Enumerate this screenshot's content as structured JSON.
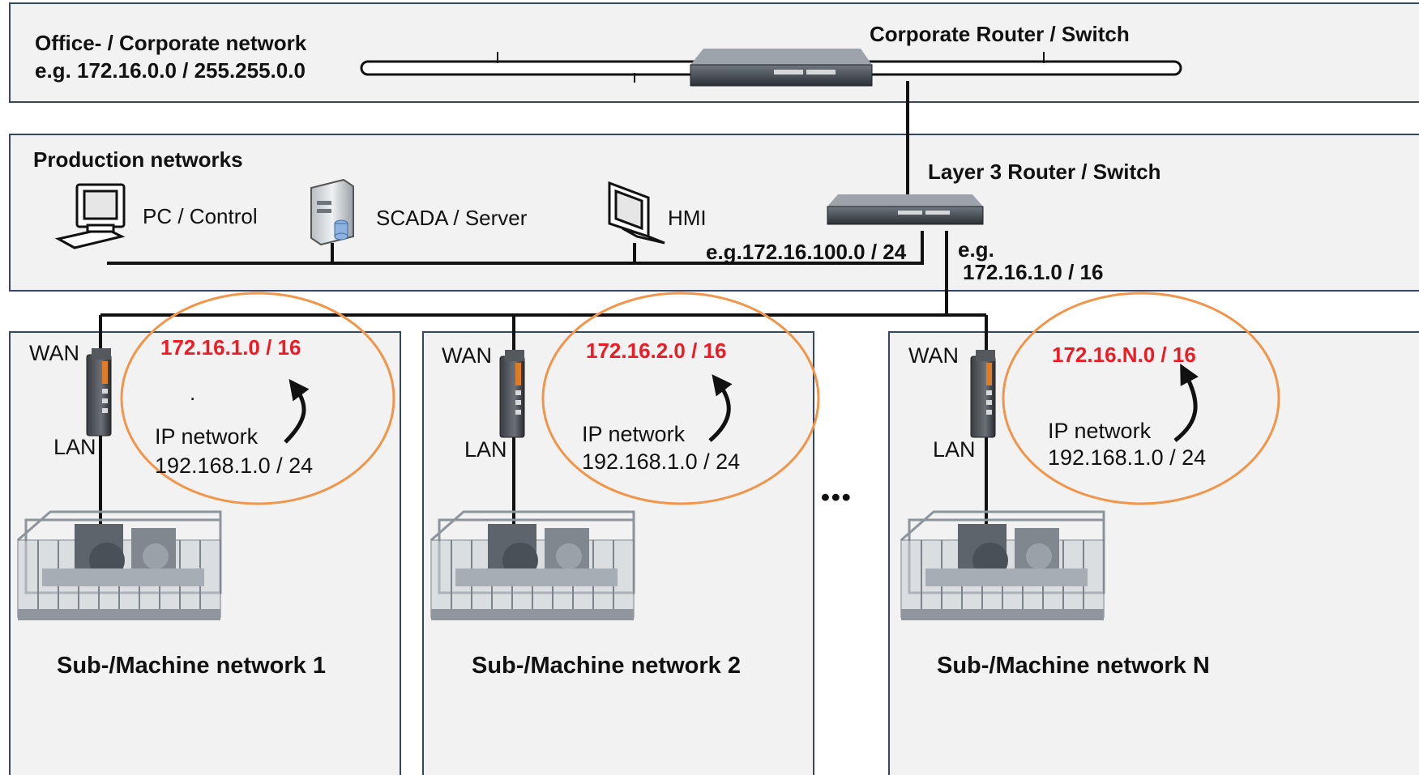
{
  "corporate": {
    "title": "Office- / Corporate network",
    "example": "e.g. 172.16.0.0 / 255.255.0.0",
    "router_label": "Corporate Router / Switch"
  },
  "production": {
    "title": "Production networks",
    "router_label": "Layer 3 Router / Switch",
    "devices": {
      "pc": "PC / Control",
      "scada": "SCADA / Server",
      "hmi": "HMI"
    },
    "lan_prefix": "e.g.",
    "lan_address": "172.16.100.0 / 24",
    "uplink_prefix": "e.g.",
    "uplink_address": "172.16.1.0 / 16"
  },
  "machines": [
    {
      "title": "Sub-/Machine network 1",
      "wan_label": "WAN",
      "lan_label": "LAN",
      "mapped_network": "172.16.1.0 / 16",
      "ip_title": "IP network",
      "ip_address": "192.168.1.0 / 24",
      "dot": "."
    },
    {
      "title": "Sub-/Machine network 2",
      "wan_label": "WAN",
      "lan_label": "LAN",
      "mapped_network": "172.16.2.0 / 16",
      "ip_title": "IP network",
      "ip_address": "192.168.1.0 / 24"
    },
    {
      "title": "Sub-/Machine network N",
      "wan_label": "WAN",
      "lan_label": "LAN",
      "mapped_network": "172.16.N.0 / 16",
      "ip_title": "IP network",
      "ip_address": "192.168.1.0 / 24"
    }
  ],
  "ellipsis": "•••",
  "colors": {
    "panel_fill": "#f2f2f2",
    "panel_border": "#33476b",
    "ellipse_stroke": "#f0954a",
    "address_red": "#ec1c24"
  }
}
